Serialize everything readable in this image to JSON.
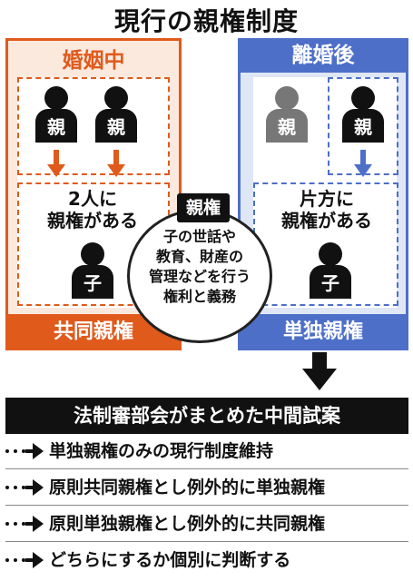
{
  "title": "現行の親権制度",
  "left_panel": {
    "heading": "婚姻中",
    "parent_1": "親",
    "parent_2": "親",
    "caption_line1": "2人に",
    "caption_line2": "親権がある",
    "child": "子",
    "footer": "共同親権"
  },
  "right_panel": {
    "heading": "離婚後",
    "parent_1": "親",
    "parent_2": "親",
    "caption_line1": "片方に",
    "caption_line2": "親権がある",
    "child": "子",
    "footer": "単独親権"
  },
  "center": {
    "label": "親権",
    "line1": "子の世話や",
    "line2": "教育、財産の",
    "line3": "管理などを行う",
    "line4": "権利と義務"
  },
  "proposal": {
    "heading": "法制審部会がまとめた中間試案",
    "options": [
      "単独親権のみの現行制度維持",
      "原則共同親権とし例外的に単独親権",
      "原則単独親権とし例外的に共同親権",
      "どちらにするか個別に判断する"
    ]
  },
  "colors": {
    "orange": "#e05a1c",
    "blue": "#4d6fc8",
    "black": "#111111",
    "gray_parent": "#777777"
  }
}
